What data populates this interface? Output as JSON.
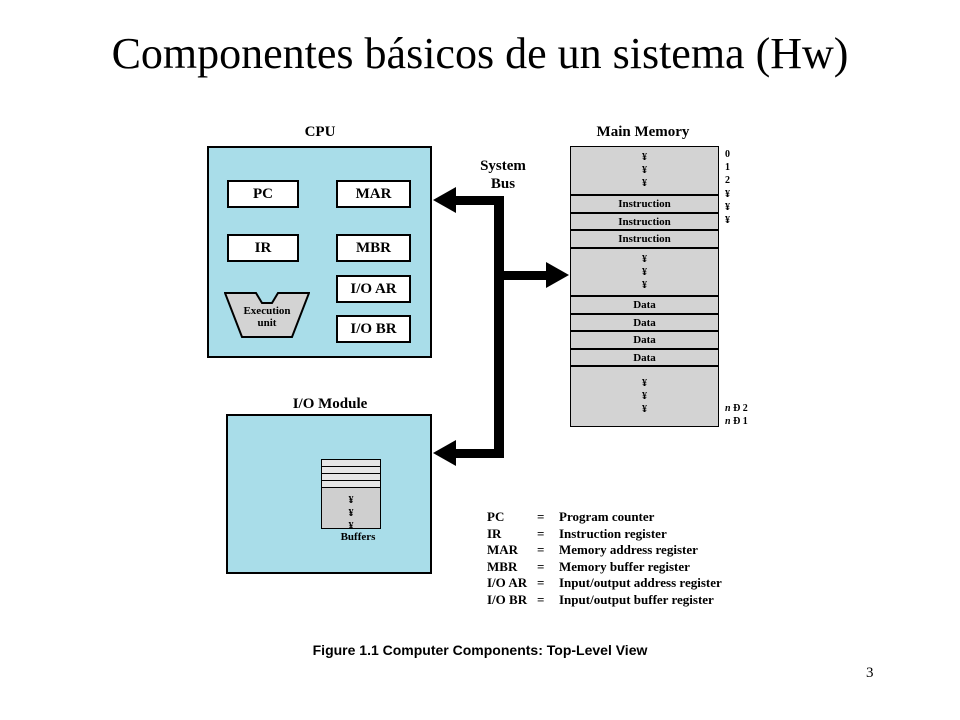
{
  "title": "Componentes básicos de un sistema (Hw)",
  "cpu": {
    "label": "CPU",
    "registers": {
      "pc": "PC",
      "mar": "MAR",
      "ir": "IR",
      "mbr": "MBR",
      "ioar": "I/O AR",
      "iobr": "I/O BR"
    },
    "execution_unit": {
      "line1": "Execution",
      "line2": "unit"
    }
  },
  "system_bus": {
    "line1": "System",
    "line2": "Bus"
  },
  "main_memory": {
    "label": "Main Memory",
    "ellipsis": "¥",
    "instruction_label": "Instruction",
    "data_label": "Data",
    "addresses_top": [
      "0",
      "1",
      "2",
      "¥",
      "¥",
      "¥"
    ],
    "addresses_bottom": [
      {
        "var": "n",
        "rest": " Ð 2"
      },
      {
        "var": "n",
        "rest": " Ð 1"
      }
    ]
  },
  "io_module": {
    "label": "I/O Module",
    "buffers_label": "Buffers",
    "ellipsis": "¥"
  },
  "legend": [
    {
      "abbr": "PC",
      "eq": "=",
      "desc": "Program counter"
    },
    {
      "abbr": "IR",
      "eq": "=",
      "desc": "Instruction register"
    },
    {
      "abbr": "MAR",
      "eq": "=",
      "desc": "Memory address register"
    },
    {
      "abbr": "MBR",
      "eq": "=",
      "desc": "Memory buffer register"
    },
    {
      "abbr": "I/O AR",
      "eq": "=",
      "desc": "Input/output address register"
    },
    {
      "abbr": "I/O BR",
      "eq": "=",
      "desc": "Input/output buffer register"
    }
  ],
  "caption": "Figure 1.1  Computer Components: Top-Level View",
  "page_number": "3"
}
